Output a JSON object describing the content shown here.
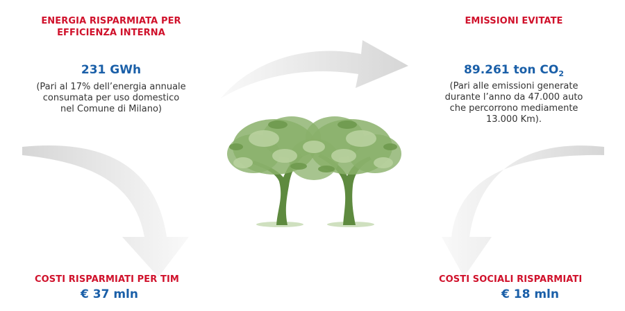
{
  "energy_block": {
    "heading_line1": "ENERGIA RISPARMIATA PER",
    "heading_line2": "EFFICIENZA INTERNA",
    "value": "231 GWh",
    "note_line1": "(Pari al 17% dell’energia annuale",
    "note_line2": "consumata per uso domestico",
    "note_line3": "nel Comune di Milano)"
  },
  "emissions_block": {
    "heading": "EMISSIONI EVITATE",
    "value_main": "89.261 ton CO",
    "value_sub": "2",
    "note_line1": "(Pari alle emissioni generate",
    "note_line2": "durante l’anno da 47.000 auto",
    "note_line3": "che percorrono mediamente",
    "note_line4": "13.000 Km)."
  },
  "costs_tim_block": {
    "heading": "COSTI RISPARMIATI PER TIM",
    "value": "€ 37 mln"
  },
  "social_costs_block": {
    "heading": "COSTI SOCIALI RISPARMIATI",
    "value": "€ 18 mln"
  },
  "colors": {
    "heading": "#d0112b",
    "value": "#1a5fa8",
    "note": "#333333",
    "arrow": "#d8d8d8",
    "leaf": "#8ab06a",
    "trunk": "#5e8a3f"
  }
}
